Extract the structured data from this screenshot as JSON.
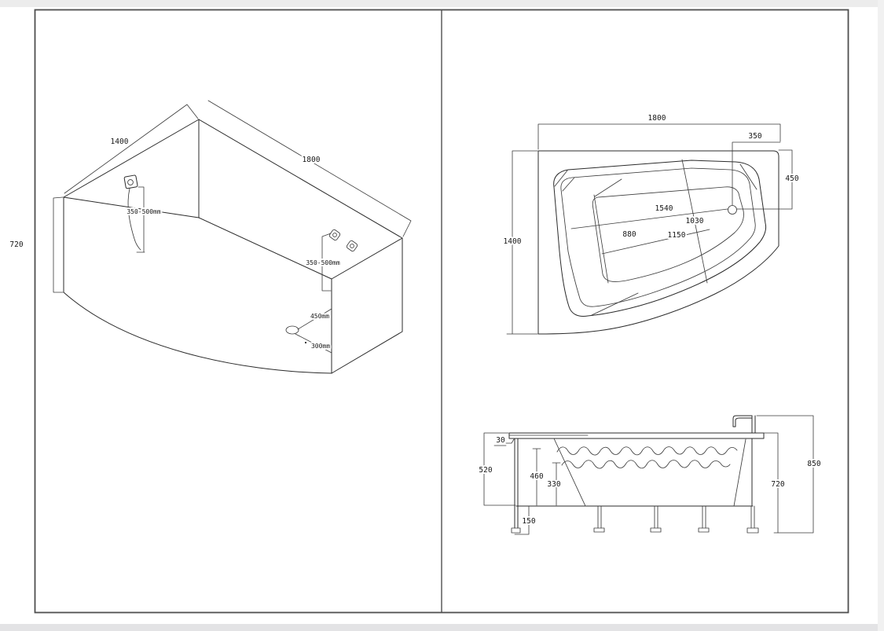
{
  "colors": {
    "line": "#2b2b2b",
    "dimension": "#3a3a3a",
    "sheet_border": "#4f4f4f",
    "background": "#ffffff",
    "margin_strip": "#ececec"
  },
  "views": {
    "isometric": {
      "labels": {
        "edge_left": "1400",
        "edge_right": "1800",
        "end_height": "720",
        "hose_height": "350-500mm",
        "jets_height": "350-500mm",
        "drain_offset_a": "450mm",
        "drain_offset_b": "300mm"
      }
    },
    "top": {
      "labels": {
        "overall_length": "1800",
        "corner_offset": "350",
        "corner_depth": "450",
        "overall_width": "1400",
        "basin_length_top": "1540",
        "basin_diagonal": "1030",
        "basin_width": "880",
        "basin_length_bottom": "1150"
      }
    },
    "side": {
      "labels": {
        "rim_thickness": "30",
        "apron_height": "520",
        "water_depth": "460",
        "seat_depth": "330",
        "leg_height": "150",
        "tub_height": "720",
        "total_height": "850"
      }
    }
  }
}
